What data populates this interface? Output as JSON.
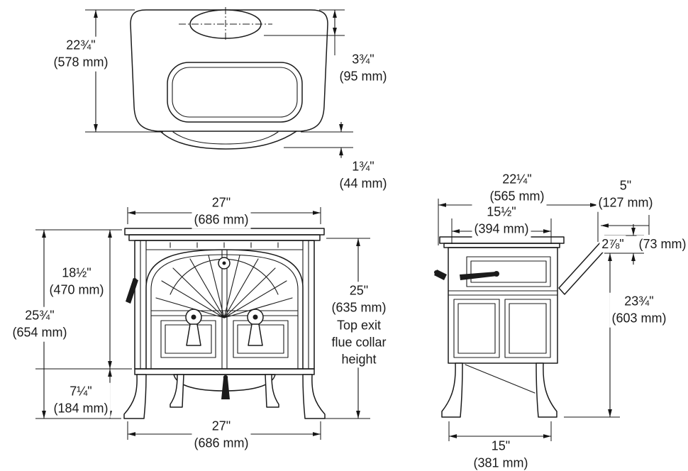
{
  "dims": {
    "top_depth": {
      "in": "22¾\"",
      "mm": "(578 mm)"
    },
    "flue_offset": {
      "in": "3¾\"",
      "mm": "(95 mm)"
    },
    "base_lip": {
      "in": "1¾\"",
      "mm": "(44 mm)"
    },
    "front_width_top": {
      "in": "27\"",
      "mm": "(686 mm)"
    },
    "firebox_height": {
      "in": "18½\"",
      "mm": "(470 mm)"
    },
    "overall_height": {
      "in": "25¾\"",
      "mm": "(654 mm)"
    },
    "leg_height": {
      "in": "7¼\"",
      "mm": "(184 mm)"
    },
    "flue_collar_height": {
      "in": "25\"",
      "mm": "(635 mm)",
      "note_line1": "Top exit",
      "note_line2": "flue collar",
      "note_line3": "height"
    },
    "front_width_bottom": {
      "in": "27\"",
      "mm": "(686 mm)"
    },
    "overall_depth": {
      "in": "22¼\"",
      "mm": "(565 mm)"
    },
    "rear_clearance": {
      "in": "5\"",
      "mm": "(127 mm)"
    },
    "top_depth_side": {
      "in": "15½\"",
      "mm": "(394 mm)"
    },
    "rear_exit_offset": {
      "in": "2⅞\"",
      "mm": "(73 mm)"
    },
    "rear_exit_height": {
      "in": "23¾\"",
      "mm": "(603 mm)"
    },
    "leg_span_side": {
      "in": "15\"",
      "mm": "(381 mm)"
    }
  }
}
